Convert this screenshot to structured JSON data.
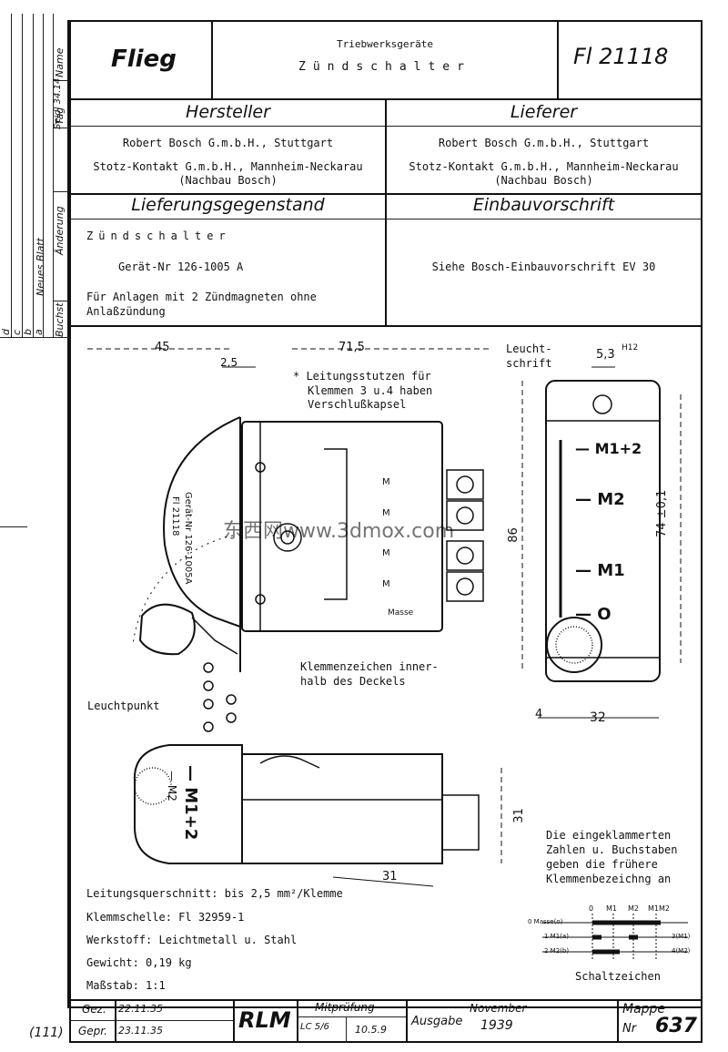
{
  "left_margin": {
    "name_label": "Name",
    "name_value": "Seidl 34.14",
    "tag_label": "Tag",
    "aenderung_label": "Änderung",
    "neues_blatt_label": "Neues Blatt",
    "buchst_label": "Buchst",
    "letters": [
      "a",
      "b",
      "c",
      "d"
    ],
    "page_ref": "(111)"
  },
  "header": {
    "brand": "Flieg",
    "category": "Triebwerksgeräte",
    "title": "Zündschalter",
    "doc_number": "Fl 21118"
  },
  "hersteller": {
    "heading": "Hersteller",
    "line1": "Robert Bosch G.m.b.H., Stuttgart",
    "line2": "Stotz-Kontakt G.m.b.H., Mannheim-Neckarau",
    "line3": "(Nachbau Bosch)"
  },
  "lieferer": {
    "heading": "Lieferer",
    "line1": "Robert Bosch G.m.b.H., Stuttgart",
    "line2": "Stotz-Kontakt G.m.b.H., Mannheim-Neckarau",
    "line3": "(Nachbau Bosch)"
  },
  "lieferungsgegenstand": {
    "heading": "Lieferungsgegenstand",
    "item": "Zündschalter",
    "geraet": "Gerät-Nr 126-1005 A",
    "note1": "Für Anlagen mit 2 Zündmagneten ohne",
    "note2": "Anlaßzündung"
  },
  "einbauvorschrift": {
    "heading": "Einbauvorschrift",
    "text": "Siehe Bosch-Einbauvorschrift EV 30"
  },
  "drawing": {
    "dim_45": "45",
    "dim_71_5": "71,5",
    "dim_2_5": "2,5",
    "dim_86": "86",
    "dim_74": "74 ±0,1",
    "dim_5_3": "5,3",
    "dim_5_3_tol": "H12",
    "dim_4": "4",
    "dim_32": "32",
    "dim_31_v": "31",
    "dim_31_d": "31",
    "note_star1": "* Leitungsstutzen für",
    "note_star2": "Klemmen 3 u.4 haben",
    "note_star3": "Verschlußkapsel",
    "leuchtschrift1": "Leucht-",
    "leuchtschrift2": "schrift",
    "leuchtpunkt": "Leuchtpunkt",
    "klemmenzeichen1": "Klemmenzeichen inner-",
    "klemmenzeichen2": "halb des Deckels",
    "device_label1": "Gerät-Nr 126-1005A",
    "device_label2": "Fl 21118",
    "dial_m12": "— M1+2",
    "dial_m2": "— M2",
    "dial_m1": "— M1",
    "dial_0": "— O",
    "side_m12": "— M1+2",
    "side_m2": "— M2",
    "terminals": [
      "M",
      "M",
      "M",
      "M",
      "Masse"
    ],
    "note_klammer1": "Die eingeklammerten",
    "note_klammer2": "Zahlen u. Buchstaben",
    "note_klammer3": "geben die frühere",
    "note_klammer4": "Klemmenbezeichng an",
    "schaltzeichen": "Schaltzeichen",
    "schalt_cols": [
      "0",
      "M1",
      "M2",
      "M1M2"
    ],
    "schalt_rows": [
      "0 Masse(o)",
      "1 M1(a)",
      "2 M2(b)"
    ],
    "schalt_right": [
      "3(M1)",
      "4(M2)"
    ],
    "watermark": "东西网www.3dmox.com"
  },
  "specs": {
    "querschnitt": "Leitungsquerschnitt: bis 2,5 mm²/Klemme",
    "klemmschelle": "Klemmschelle: Fl 32959-1",
    "werkstoff": "Werkstoff: Leichtmetall u. Stahl",
    "gewicht": "Gewicht: 0,19 kg",
    "massstab": "Maßstab: 1:1"
  },
  "footer": {
    "gez_label": "Gez.",
    "gez_date": "22.11.35",
    "gepr_label": "Gepr.",
    "gepr_date": "23.11.35",
    "rlm": "RLM",
    "mitpruefung": "Mitprüfung",
    "mit_sig": "LC 5/6",
    "mit_date": "10.5.9",
    "ausgabe_label": "Ausgabe",
    "ausgabe_value1": "November",
    "ausgabe_value2": "1939",
    "mappe_label": "Mappe",
    "nr_label": "Nr",
    "mappe_value": "637"
  }
}
